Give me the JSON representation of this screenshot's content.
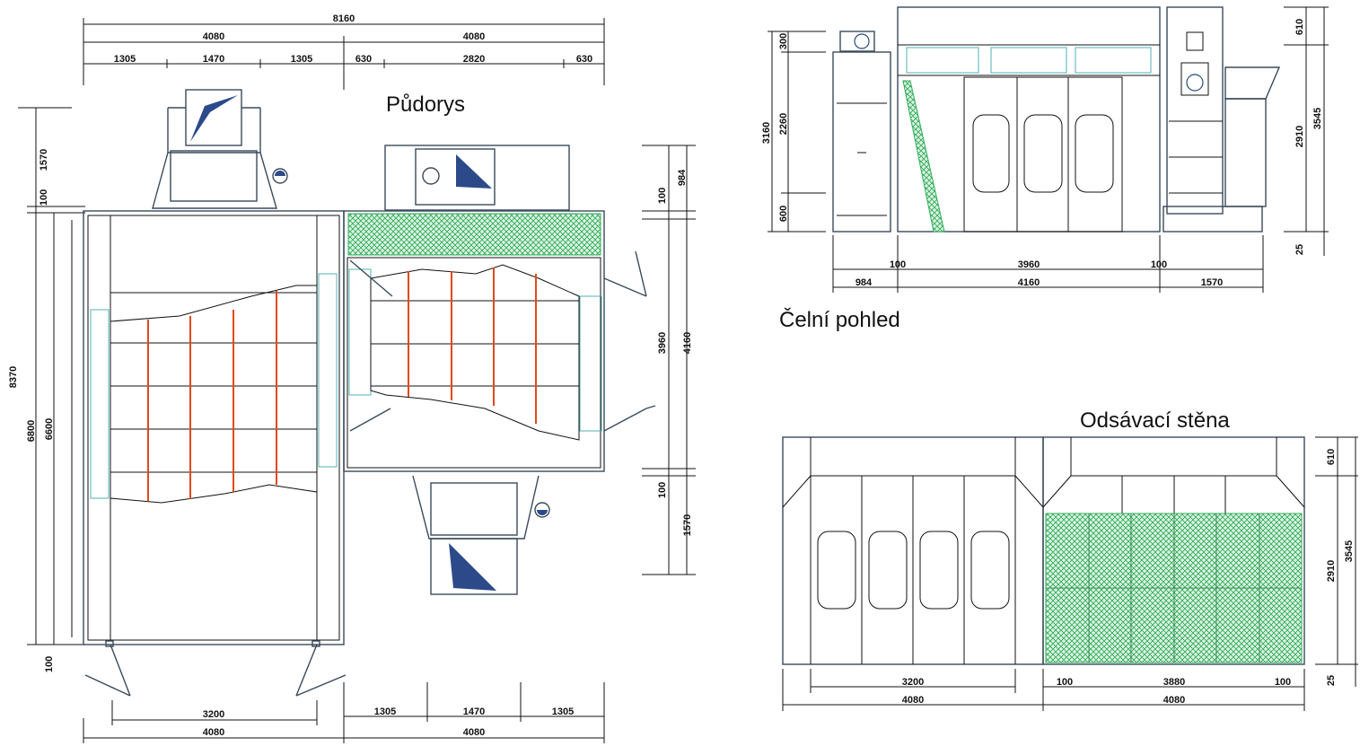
{
  "titles": {
    "plan": "Půdorys",
    "front": "Čelní pohled",
    "exhaust": "Odsávací stěna"
  },
  "plan_dims": {
    "total_width": "8160",
    "half_left": "4080",
    "half_right": "4080",
    "left_a": "1305",
    "left_b": "1470",
    "left_c": "1305",
    "right_a": "630",
    "right_b": "2820",
    "right_c": "630",
    "left_h1": "1570",
    "left_h2": "100",
    "left_total": "8370",
    "left_inner1": "6800",
    "left_inner2": "6600",
    "left_h3": "100",
    "right_v1": "984",
    "right_v2": "100",
    "right_v3": "3960",
    "right_v4": "4160",
    "right_v5": "100",
    "right_v6": "1570",
    "bottom_door": "3200",
    "bottom_left": "4080",
    "bottom_r1": "1305",
    "bottom_r2": "1470",
    "bottom_r3": "1305",
    "bottom_right": "4080"
  },
  "front_dims": {
    "v300": "300",
    "v3160": "3160",
    "v2260": "2260",
    "v600": "600",
    "r610": "610",
    "r2910": "2910",
    "r3545": "3545",
    "r25": "25",
    "b100a": "100",
    "b3960": "3960",
    "b100b": "100",
    "b984": "984",
    "b4160": "4160",
    "b1570": "1570"
  },
  "exhaust_dims": {
    "r610": "610",
    "r2910": "2910",
    "r3545": "3545",
    "r25": "25",
    "l3200": "3200",
    "l4080": "4080",
    "r100a": "100",
    "r3880": "3880",
    "r100b": "100",
    "r4080": "4080"
  },
  "colors": {
    "filter_green": "#2fae5a",
    "cyan_grille": "#3fa9b0",
    "fan_blue": "#2c4a8a",
    "heater_red": "#e04a1a",
    "dot_blue": "#3566a8"
  }
}
